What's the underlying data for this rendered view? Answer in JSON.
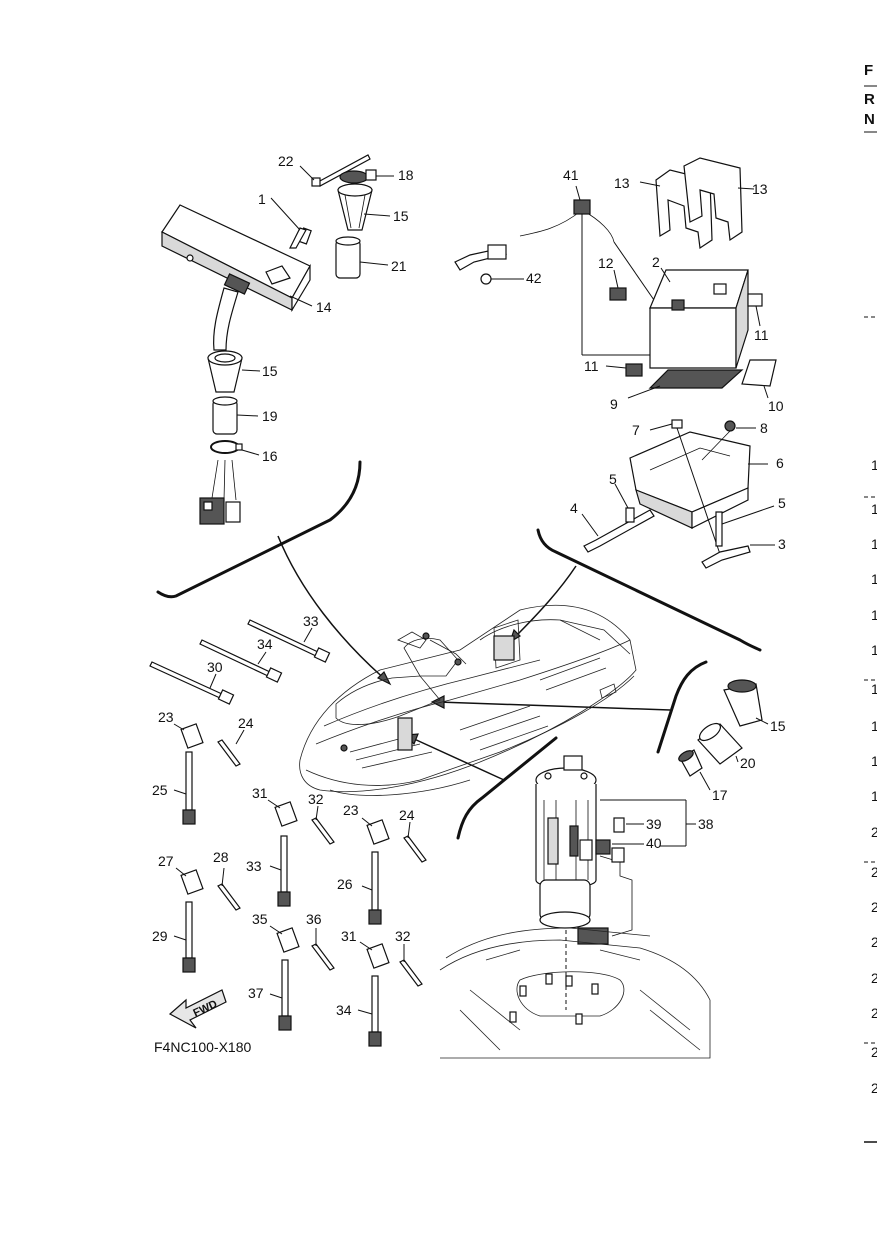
{
  "figure_code": "F4NC100-X180",
  "fwd_label": "FWD",
  "edge_right": {
    "header_letters": [
      "F",
      "R",
      "N"
    ],
    "row_numbers": [
      "1",
      "1",
      "1",
      "1",
      "1",
      "1",
      "1",
      "1",
      "1",
      "1",
      "2",
      "2",
      "2",
      "2",
      "2",
      "2",
      "2",
      "2"
    ]
  },
  "callouts": [
    {
      "id": "c22",
      "text": "22"
    },
    {
      "id": "c18",
      "text": "18"
    },
    {
      "id": "c1",
      "text": "1"
    },
    {
      "id": "c15a",
      "text": "15"
    },
    {
      "id": "c21",
      "text": "21"
    },
    {
      "id": "c14",
      "text": "14"
    },
    {
      "id": "c15b",
      "text": "15"
    },
    {
      "id": "c19",
      "text": "19"
    },
    {
      "id": "c16",
      "text": "16"
    },
    {
      "id": "c41",
      "text": "41"
    },
    {
      "id": "c13a",
      "text": "13"
    },
    {
      "id": "c13b",
      "text": "13"
    },
    {
      "id": "c42",
      "text": "42"
    },
    {
      "id": "c12",
      "text": "12"
    },
    {
      "id": "c2",
      "text": "2"
    },
    {
      "id": "c11a",
      "text": "11"
    },
    {
      "id": "c11b",
      "text": "11"
    },
    {
      "id": "c9",
      "text": "9"
    },
    {
      "id": "c10",
      "text": "10"
    },
    {
      "id": "c7",
      "text": "7"
    },
    {
      "id": "c8",
      "text": "8"
    },
    {
      "id": "c6",
      "text": "6"
    },
    {
      "id": "c5a",
      "text": "5"
    },
    {
      "id": "c4",
      "text": "4"
    },
    {
      "id": "c5b",
      "text": "5"
    },
    {
      "id": "c3",
      "text": "3"
    },
    {
      "id": "c33a",
      "text": "33"
    },
    {
      "id": "c34a",
      "text": "34"
    },
    {
      "id": "c30",
      "text": "30"
    },
    {
      "id": "c23a",
      "text": "23"
    },
    {
      "id": "c24a",
      "text": "24"
    },
    {
      "id": "c25",
      "text": "25"
    },
    {
      "id": "c31a",
      "text": "31"
    },
    {
      "id": "c32a",
      "text": "32"
    },
    {
      "id": "c23b",
      "text": "23"
    },
    {
      "id": "c24b",
      "text": "24"
    },
    {
      "id": "c33b",
      "text": "33"
    },
    {
      "id": "c26",
      "text": "26"
    },
    {
      "id": "c27",
      "text": "27"
    },
    {
      "id": "c28",
      "text": "28"
    },
    {
      "id": "c29",
      "text": "29"
    },
    {
      "id": "c35",
      "text": "35"
    },
    {
      "id": "c36",
      "text": "36"
    },
    {
      "id": "c31b",
      "text": "31"
    },
    {
      "id": "c32b",
      "text": "32"
    },
    {
      "id": "c37",
      "text": "37"
    },
    {
      "id": "c34b",
      "text": "34"
    },
    {
      "id": "c15c",
      "text": "15"
    },
    {
      "id": "c20",
      "text": "20"
    },
    {
      "id": "c17",
      "text": "17"
    },
    {
      "id": "c39",
      "text": "39"
    },
    {
      "id": "c38",
      "text": "38"
    },
    {
      "id": "c40",
      "text": "40"
    }
  ]
}
